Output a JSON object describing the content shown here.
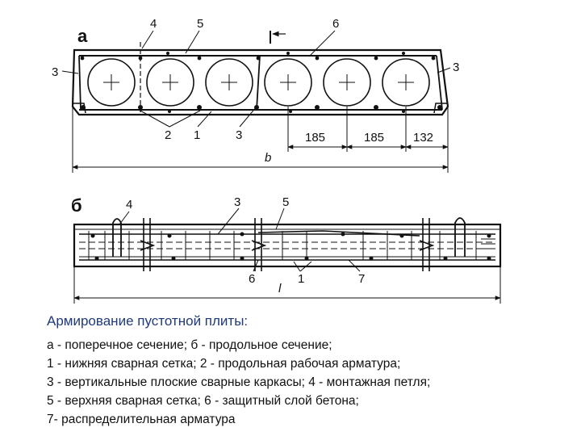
{
  "figure": {
    "part_a_label": "а",
    "part_b_label": "б",
    "section_a_callouts": [
      "4",
      "5",
      "6",
      "3",
      "3",
      "2",
      "1",
      "3"
    ],
    "section_b_callouts": [
      "4",
      "3",
      "5",
      "6",
      "1",
      "7"
    ],
    "dimensions": [
      "185",
      "185",
      "132"
    ],
    "width_symbol": "b",
    "length_symbol": "l"
  },
  "caption": {
    "title": "Армирование пустотной плиты:",
    "lines": [
      "а - поперечное сечение; б - продольное  сечение;",
      "1 - нижняя сварная  сетка; 2 - продольная рабочая арматура;",
      "3 - вертикальные плоские сварные каркасы; 4 - монтажная петля;",
      "5 - верхняя сварная сетка; 6 - защитный слой бетона;",
      "7- распределительная арматура"
    ]
  }
}
